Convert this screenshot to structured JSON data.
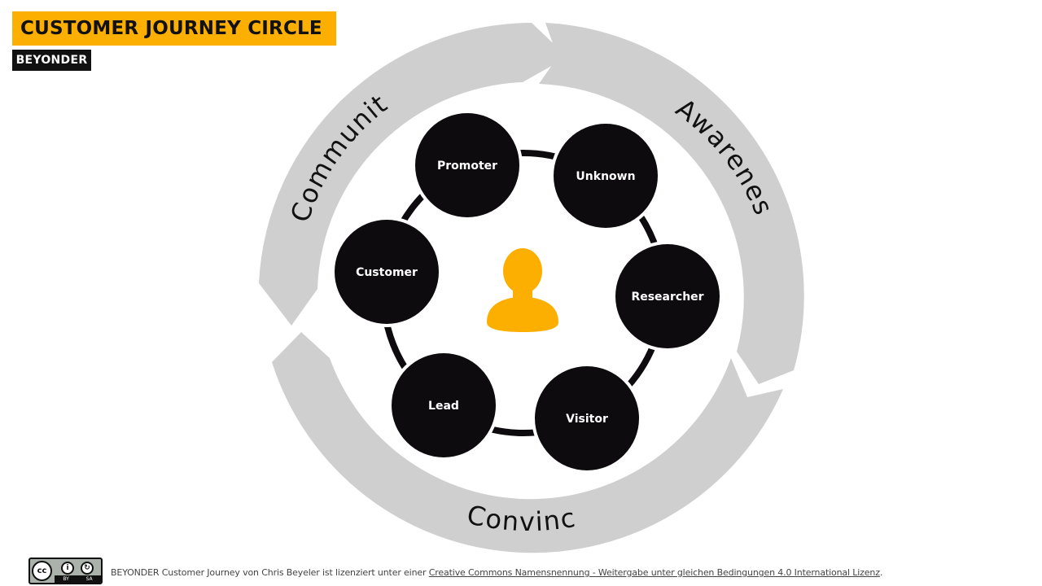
{
  "title": "CUSTOMER JOURNEY CIRCLE",
  "brand": "BEYONDER",
  "stages": {
    "awareness": "Awareness",
    "convince": "Convince",
    "community": "Community"
  },
  "nodes": {
    "promoter": "Promoter",
    "unknown": "Unknown",
    "customer": "Customer",
    "researcher": "Researcher",
    "lead": "Lead",
    "visitor": "Visitor"
  },
  "center_icon": "person-icon",
  "colors": {
    "accent": "#fdaf00",
    "ring": "#cfcfcf",
    "node": "#0d0b0d",
    "text_dark": "#111111"
  },
  "footer": {
    "badge_icon": "cc-by-sa-icon",
    "badge_cc": "cc",
    "badge_by": "BY",
    "badge_sa": "SA",
    "license_prefix": "BEYONDER Customer Journey von Chris Beyeler ist lizenziert  unter einer ",
    "license_link": "Creative Commons Namensnennung - Weitergabe unter gleichen Bedingungen  4.0 International Lizenz",
    "license_suffix": "."
  }
}
